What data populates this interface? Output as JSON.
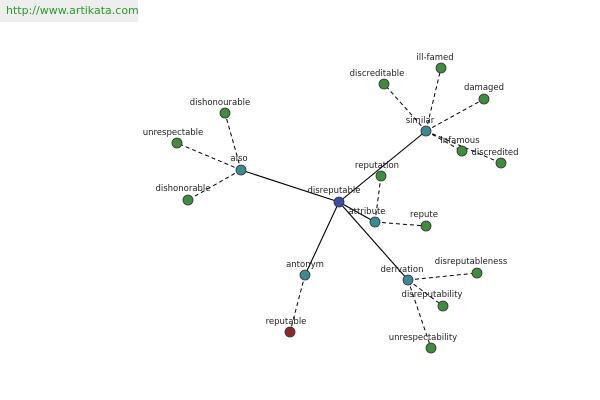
{
  "source": {
    "url": "http://www.artikata.com"
  },
  "colors": {
    "url_text": "#2a9a2a",
    "edge": "#000000",
    "node_stroke": "#333333",
    "center": "#3a4ea6",
    "relation": "#3a8b95",
    "word": "#3f8c3f",
    "antonym_word": "#8b2a2a"
  },
  "graph": {
    "center": "disreputable",
    "relations": [
      {
        "id": "also",
        "label": "also",
        "words": [
          "dishonourable",
          "unrespectable",
          "dishonorable"
        ]
      },
      {
        "id": "similar",
        "label": "similar",
        "words": [
          "discreditable",
          "ill-famed",
          "damaged",
          "infamous",
          "discredited"
        ]
      },
      {
        "id": "attribute",
        "label": "attribute",
        "words": [
          "reputation",
          "repute"
        ]
      },
      {
        "id": "antonym",
        "label": "antonym",
        "words": [
          "reputable"
        ]
      },
      {
        "id": "derivation",
        "label": "derivation",
        "words": [
          "disreputableness",
          "disreputability",
          "unrespectability"
        ]
      }
    ]
  }
}
